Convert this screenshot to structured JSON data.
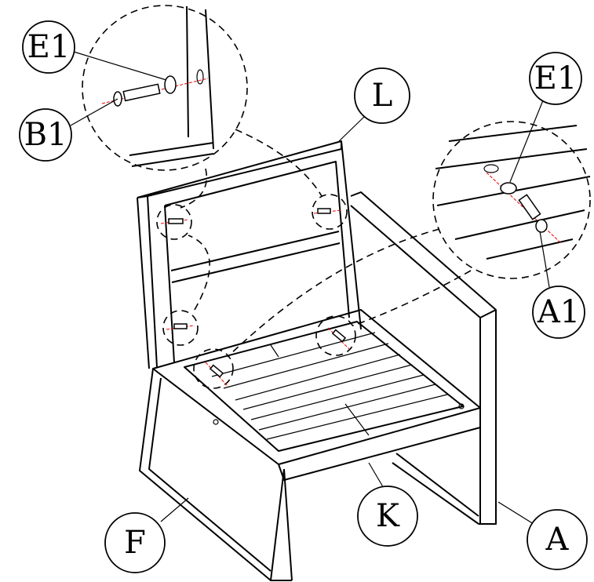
{
  "labels": {
    "e1_left": "E1",
    "b1": "B1",
    "l": "L",
    "e1_right": "E1",
    "a1": "A1",
    "f": "F",
    "k": "K",
    "a": "A"
  },
  "colors": {
    "line": "#000000",
    "centerline": "#e00000"
  }
}
